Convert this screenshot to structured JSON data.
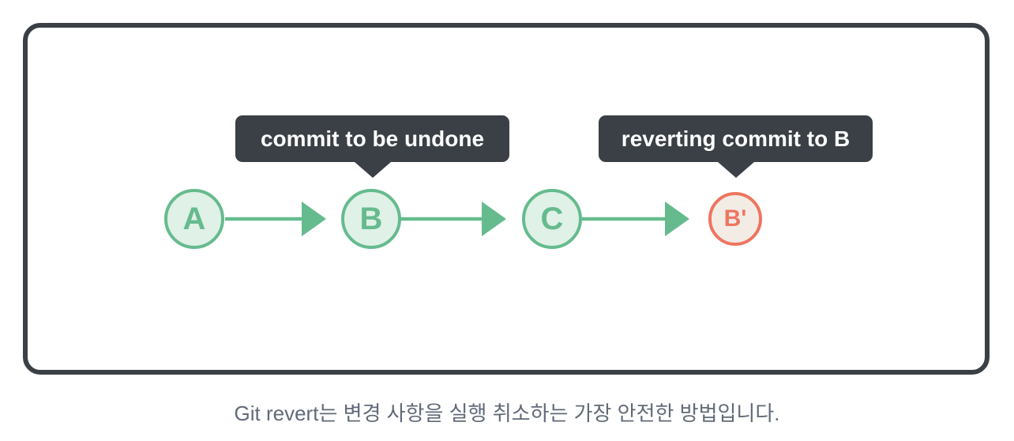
{
  "colors": {
    "dark": "#3a4045",
    "green": "#66bb8e",
    "green_fill": "#e0f1e7",
    "coral": "#ee7560",
    "coral_fill": "#f3ece5",
    "caption_color": "#616a78",
    "tooltip_text": "#ffffff",
    "page_bg": "#ffffff"
  },
  "figure": {
    "tooltips": [
      {
        "label": "commit to be undone"
      },
      {
        "label": "reverting commit to B"
      }
    ],
    "nodes": [
      {
        "label": "A"
      },
      {
        "label": "B"
      },
      {
        "label": "C"
      },
      {
        "label": "B'"
      }
    ]
  },
  "caption": "Git revert는 변경 사항을 실행 취소하는 가장 안전한 방법입니다."
}
